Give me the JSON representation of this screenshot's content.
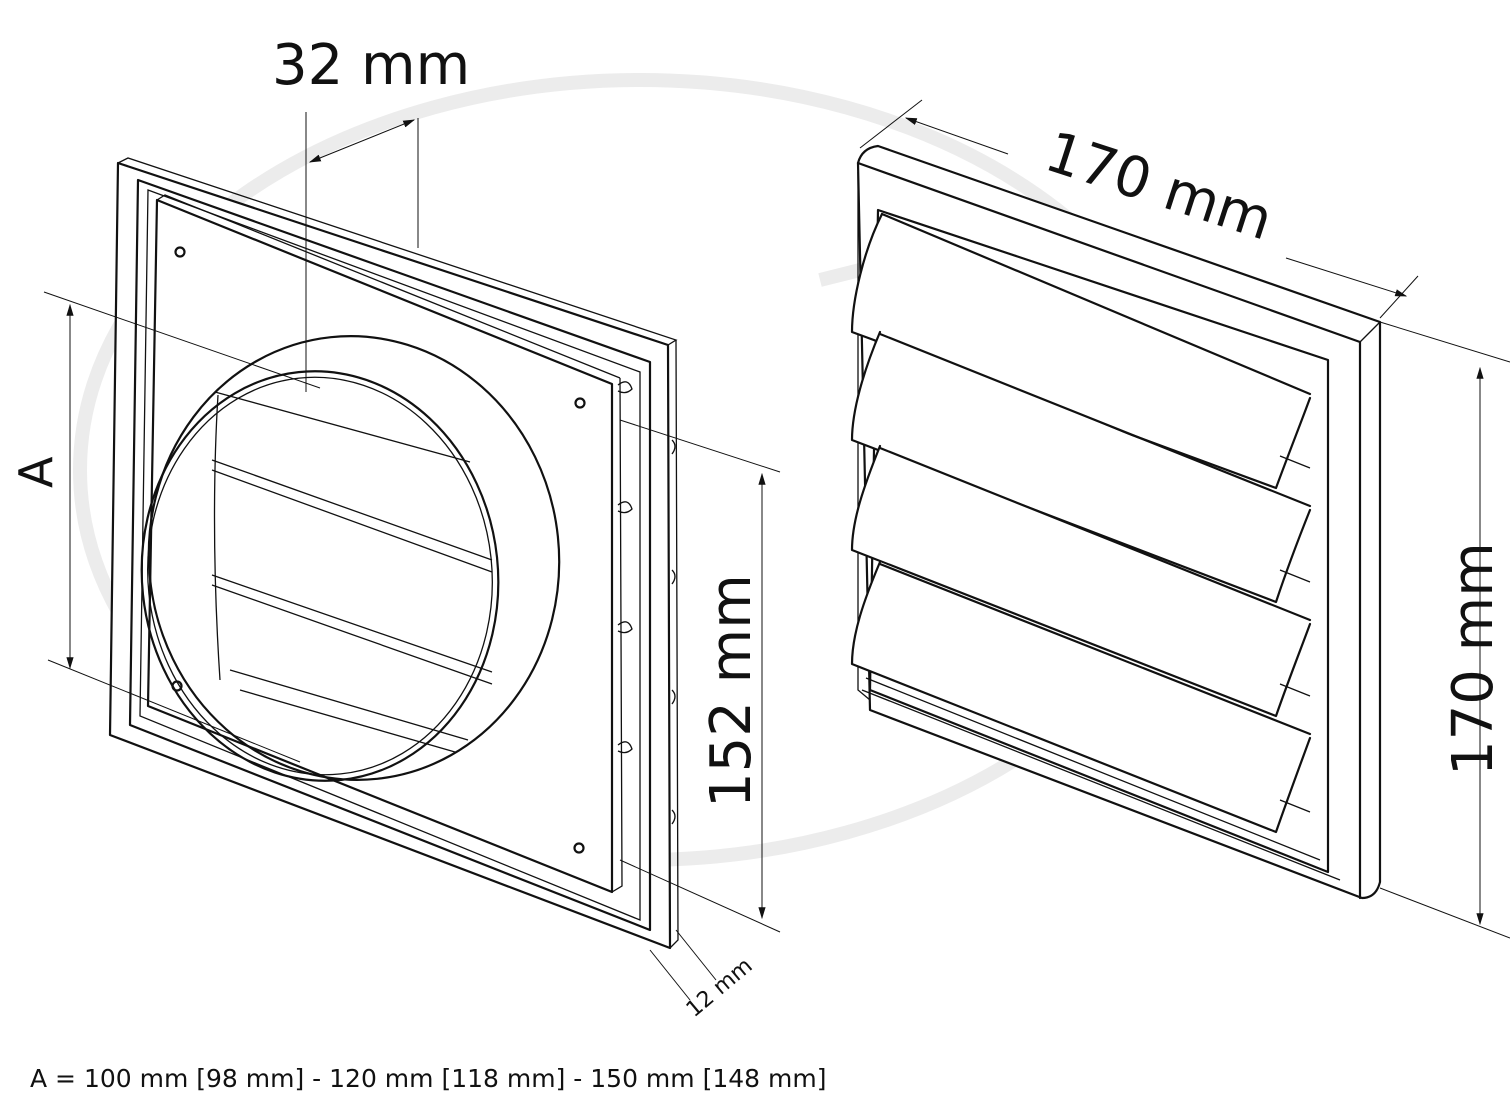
{
  "dimensions": {
    "depth": "32 mm",
    "width_top": "170 mm",
    "height_right": "170 mm",
    "inner_height": "152 mm",
    "frame_thickness": "12 mm",
    "diameter_label": "A"
  },
  "caption": "A = 100 mm [98 mm] - 120 mm [118 mm] - 150 mm [148 mm]"
}
